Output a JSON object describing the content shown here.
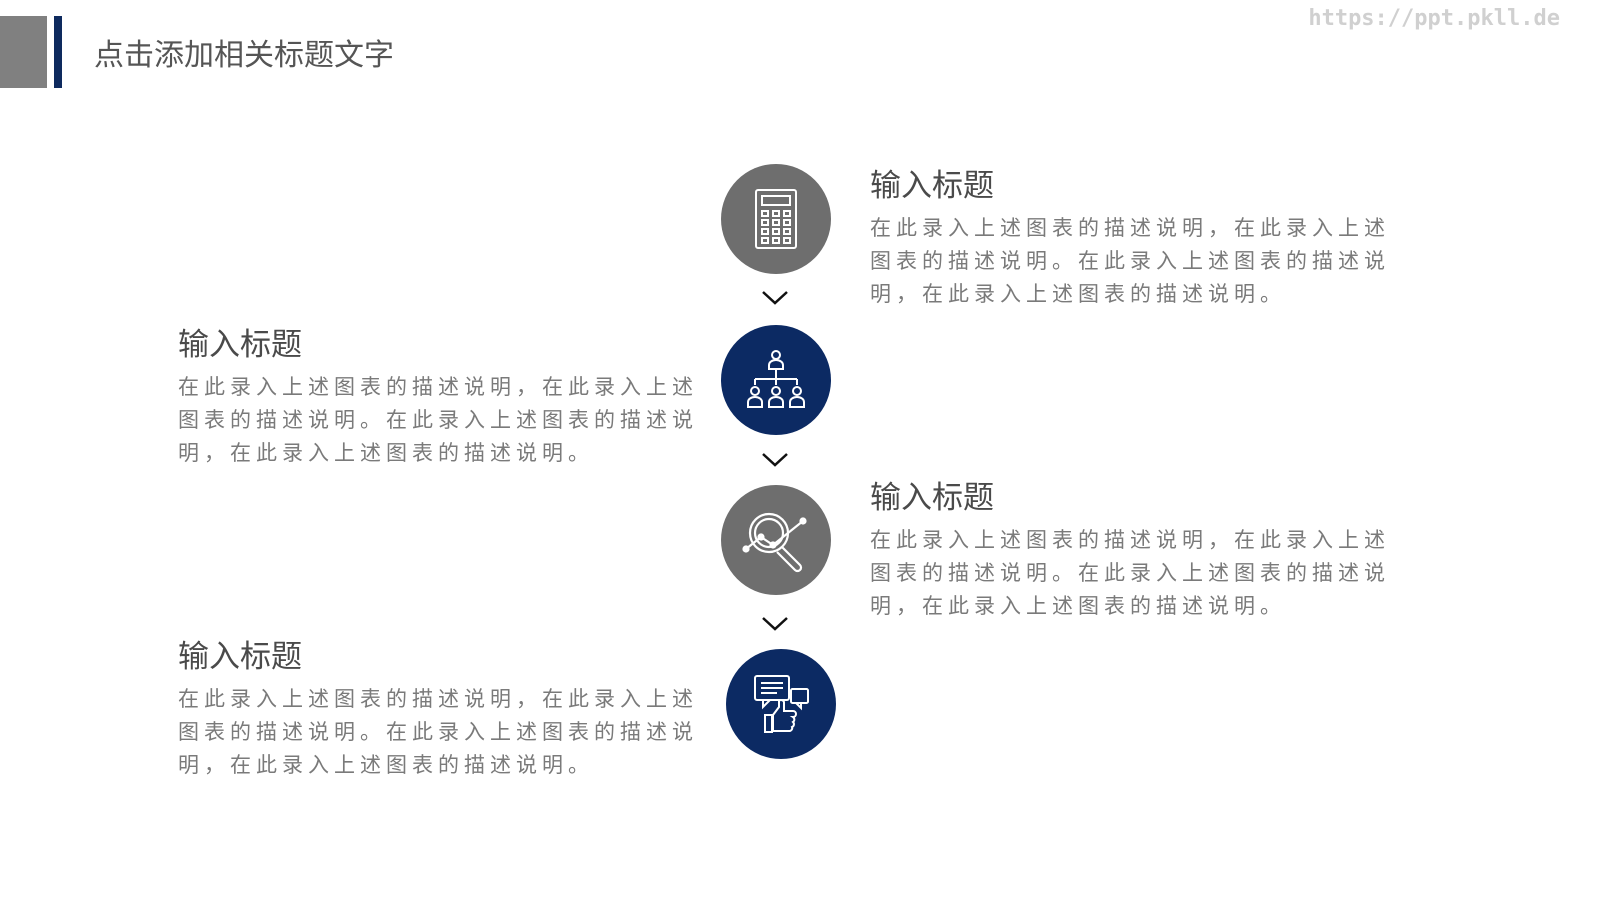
{
  "header": {
    "title": "点击添加相关标题文字",
    "watermark": "https://ppt.pkll.de"
  },
  "colors": {
    "navy": "#0c2a63",
    "gray": "#6e6e6e"
  },
  "steps": [
    {
      "icon": "calculator-icon",
      "title": "输入标题",
      "description": "在此录入上述图表的描述说明，在此录入上述图表的描述说明。在此录入上述图表的描述说明，在此录入上述图表的描述说明。"
    },
    {
      "icon": "org-chart-icon",
      "title": "输入标题",
      "description": "在此录入上述图表的描述说明，在此录入上述图表的描述说明。在此录入上述图表的描述说明，在此录入上述图表的描述说明。"
    },
    {
      "icon": "magnifier-analytics-icon",
      "title": "输入标题",
      "description": "在此录入上述图表的描述说明，在此录入上述图表的描述说明。在此录入上述图表的描述说明，在此录入上述图表的描述说明。"
    },
    {
      "icon": "feedback-thumbs-up-icon",
      "title": "输入标题",
      "description": "在此录入上述图表的描述说明，在此录入上述图表的描述说明。在此录入上述图表的描述说明，在此录入上述图表的描述说明。"
    }
  ]
}
